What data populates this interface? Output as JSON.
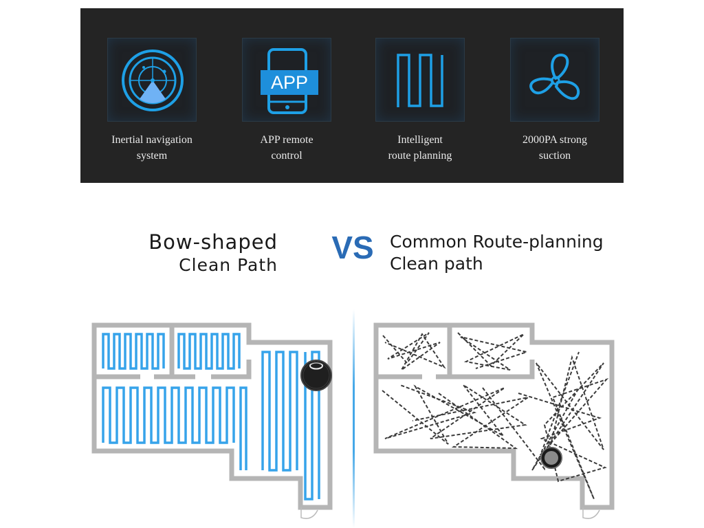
{
  "features": [
    {
      "icon": "radar-icon",
      "label": "Inertial navigation\nsystem"
    },
    {
      "icon": "tablet-app-icon",
      "badge": "APP",
      "label": "APP remote\ncontrol"
    },
    {
      "icon": "route-path-icon",
      "label": "Intelligent\nroute planning"
    },
    {
      "icon": "fan-icon",
      "label": "2000PA strong\nsuction"
    }
  ],
  "comparison": {
    "left_title_line1": "Bow-shaped",
    "left_title_line2": "Clean Path",
    "vs": "VS",
    "right_title_line1": "Common Route-planning",
    "right_title_line2": "Clean path"
  },
  "colors": {
    "banner_bg": "#242424",
    "icon_blue": "#1ea0e6",
    "vs_blue": "#2a6bb5",
    "path_blue": "#36a3ea"
  }
}
